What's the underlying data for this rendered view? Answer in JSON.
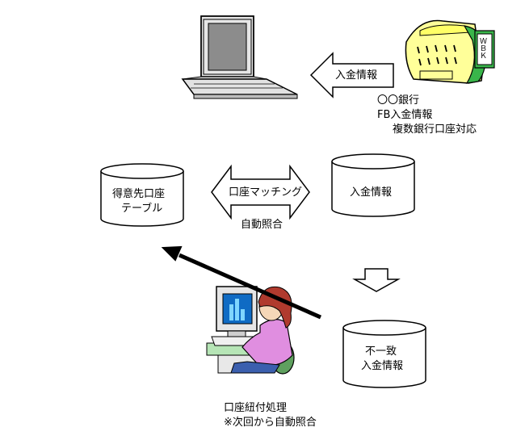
{
  "incoming_arrow_label": "入金情報",
  "bank_text": [
    "〇〇銀行",
    "FB入金情報",
    "複数銀行口座対応"
  ],
  "bank_sign_text": "ＷＢＫ",
  "account_table": [
    "得意先口座",
    "テーブル"
  ],
  "matching_arrow_label": "口座マッチング",
  "auto_match_label": "自動照合",
  "payment_db_label": "入金情報",
  "mismatch_db": [
    "不一致",
    "入金情報"
  ],
  "manual_process": [
    "口座紐付処理",
    "※次回から自動照合"
  ]
}
